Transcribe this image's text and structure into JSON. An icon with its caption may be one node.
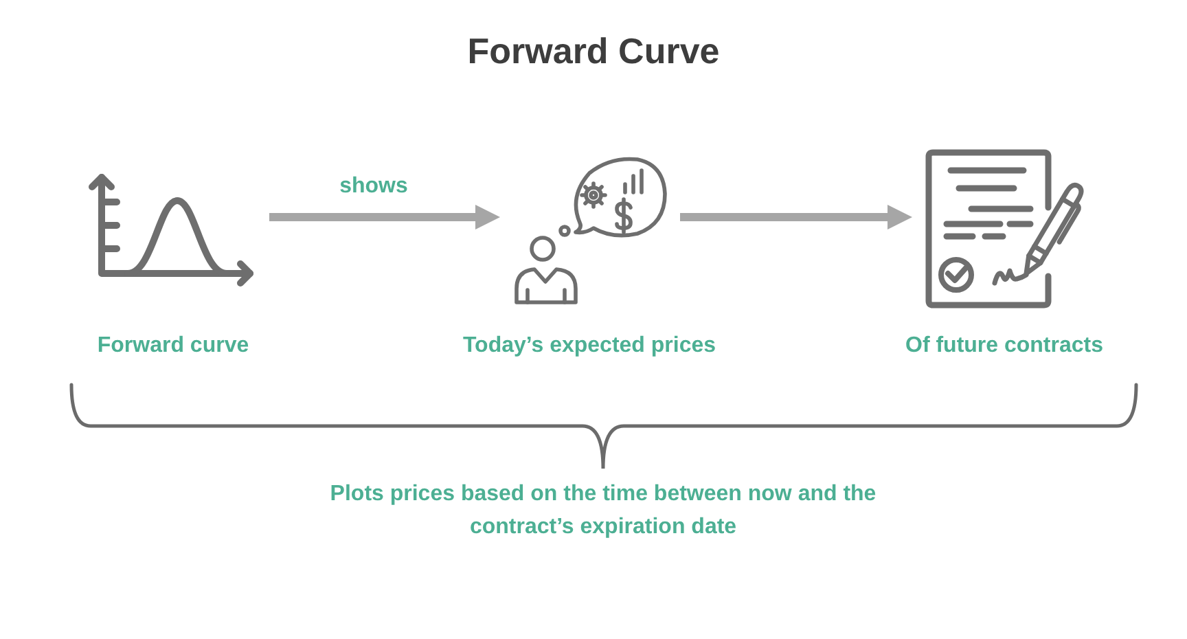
{
  "diagram": {
    "title": "Forward Curve",
    "nodes": [
      {
        "text": [],
        "shape": "picture",
        "beside": [
          "Forward curve"
        ]
      },
      {
        "text": [],
        "shape": "picture",
        "beside": [
          "Today’s expected prices"
        ]
      },
      {
        "text": [],
        "shape": "picture",
        "beside": [
          "Of future contracts"
        ]
      }
    ],
    "edges": [
      {
        "from": 0,
        "to": 1,
        "arrow": "to",
        "label": "shows"
      },
      {
        "from": 1,
        "to": 2,
        "arrow": "to"
      }
    ],
    "labels": [
      "Plots prices based on the time between now and the contract’s expiration date"
    ]
  }
}
